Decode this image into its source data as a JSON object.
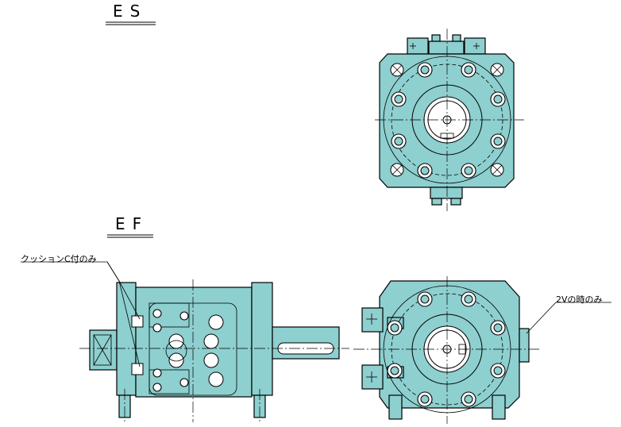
{
  "views": {
    "es": {
      "title": "ES"
    },
    "ef": {
      "title": "EF"
    }
  },
  "notes": {
    "cushion": "クッションC付のみ",
    "two_v": "2Vの時のみ"
  },
  "colors": {
    "body": "#8ecfcf",
    "line": "#000000",
    "background": "#ffffff"
  }
}
